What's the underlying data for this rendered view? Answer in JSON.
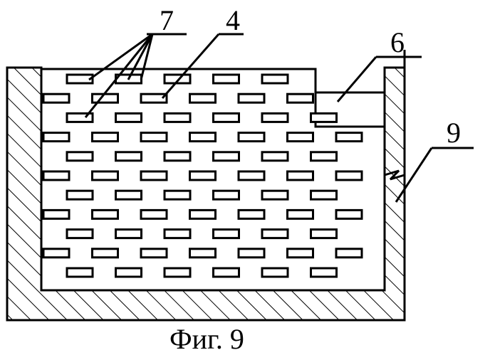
{
  "figure": {
    "caption": "Фиг. 9",
    "callouts": {
      "label_7": "7",
      "label_4": "4",
      "label_6": "6",
      "label_9": "9"
    }
  }
}
